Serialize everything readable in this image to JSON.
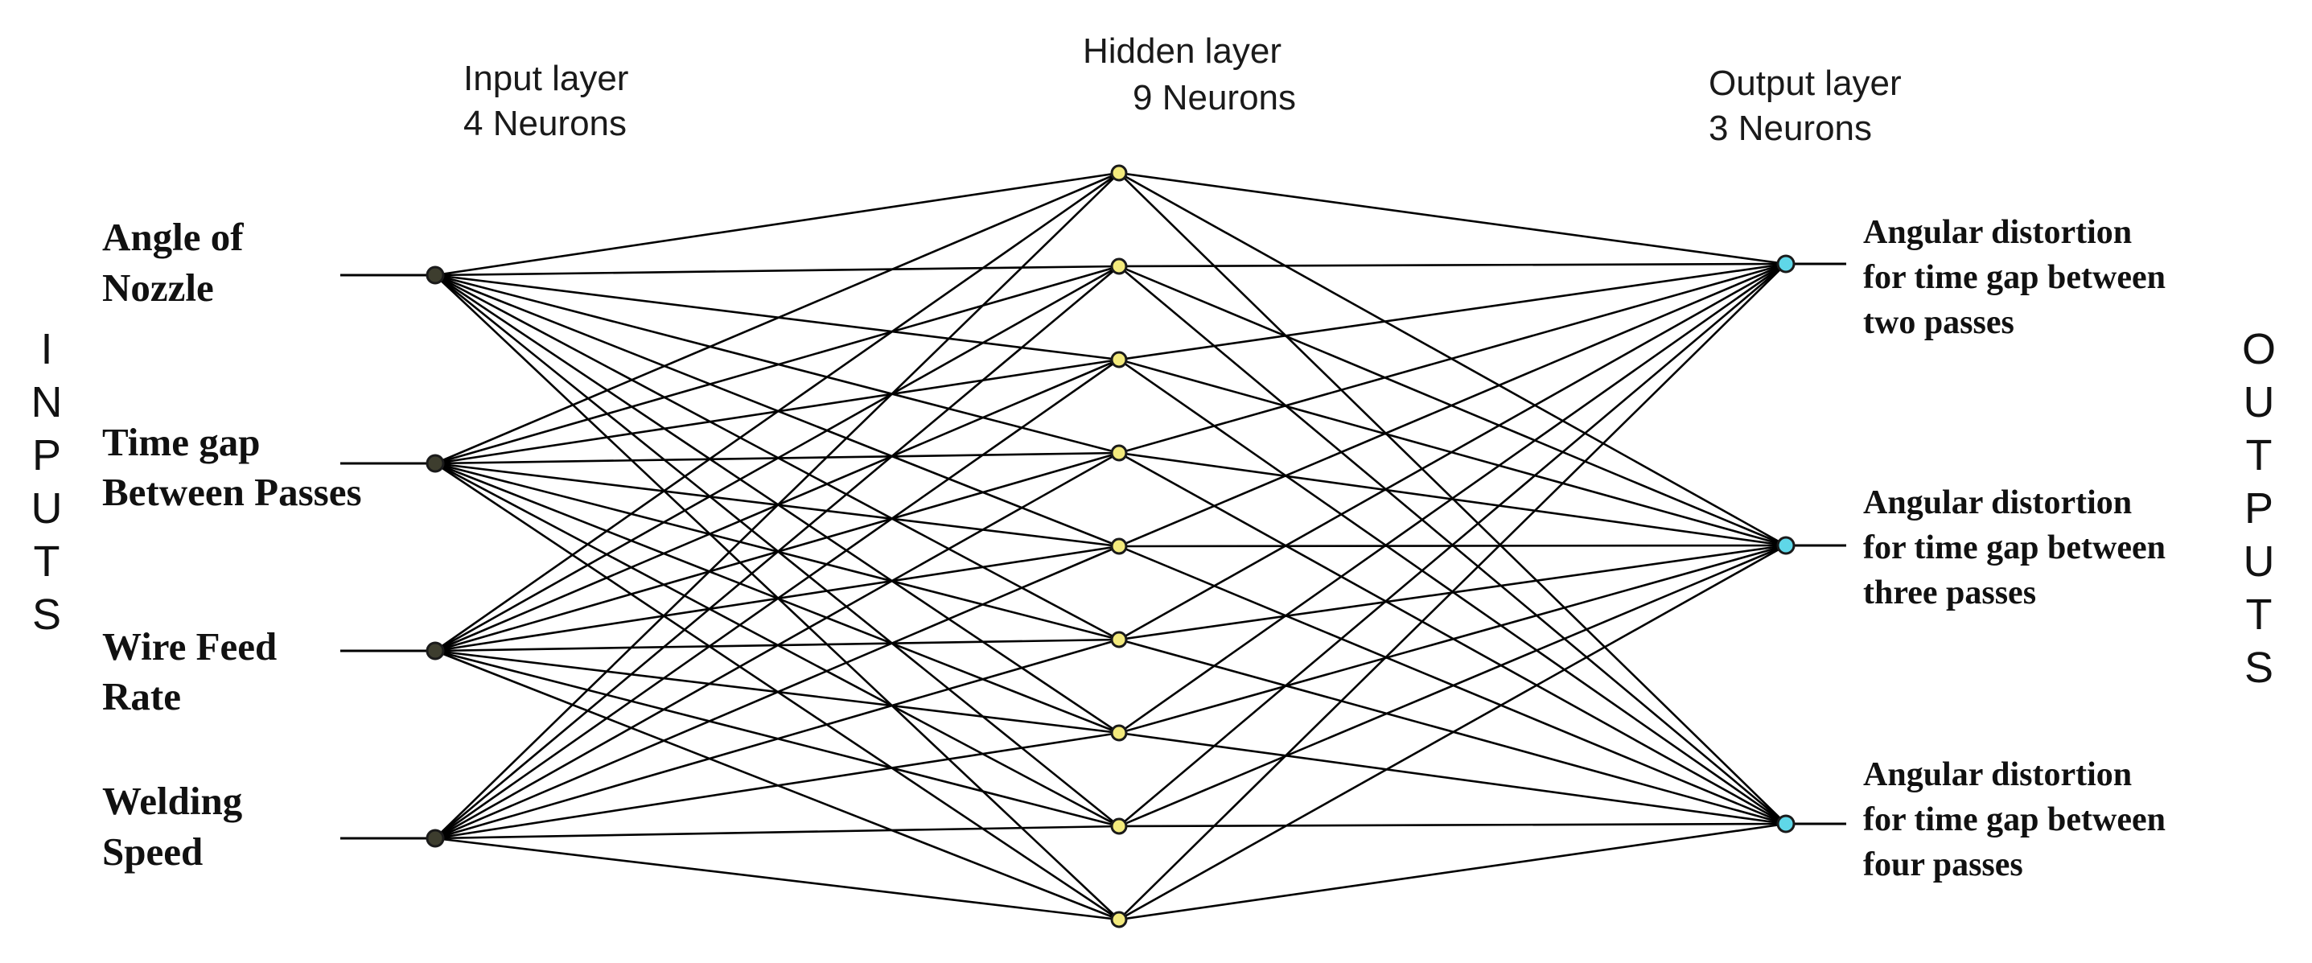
{
  "colors": {
    "input_node": "#3d3d2e",
    "hidden_node": "#f3ea7d",
    "output_node": "#5fd7e8",
    "connection": "#000000"
  },
  "layers": {
    "input": {
      "title": "Input layer",
      "count_text": "4 Neurons"
    },
    "hidden": {
      "title": "Hidden layer",
      "count_text": "9 Neurons"
    },
    "output": {
      "title": "Output layer",
      "count_text": "3 Neurons"
    }
  },
  "input_neurons": 4,
  "hidden_neurons": 9,
  "output_neurons": 3,
  "inputs": [
    {
      "line1": "Angle of",
      "line2": "Nozzle"
    },
    {
      "line1": "Time gap",
      "line2": "Between Passes"
    },
    {
      "line1": "Wire Feed",
      "line2": "Rate"
    },
    {
      "line1": "Welding",
      "line2": "Speed"
    }
  ],
  "outputs": [
    {
      "line1": "Angular distortion",
      "line2": "for time gap between",
      "line3": "two passes"
    },
    {
      "line1": "Angular distortion",
      "line2": "for time gap between",
      "line3": "three passes"
    },
    {
      "line1": "Angular distortion",
      "line2": "for time gap between",
      "line3": "four passes"
    }
  ],
  "side_labels": {
    "inputs": [
      "I",
      "N",
      "P",
      "U",
      "T",
      "S"
    ],
    "outputs": [
      "O",
      "U",
      "T",
      "P",
      "U",
      "T",
      "S"
    ]
  }
}
